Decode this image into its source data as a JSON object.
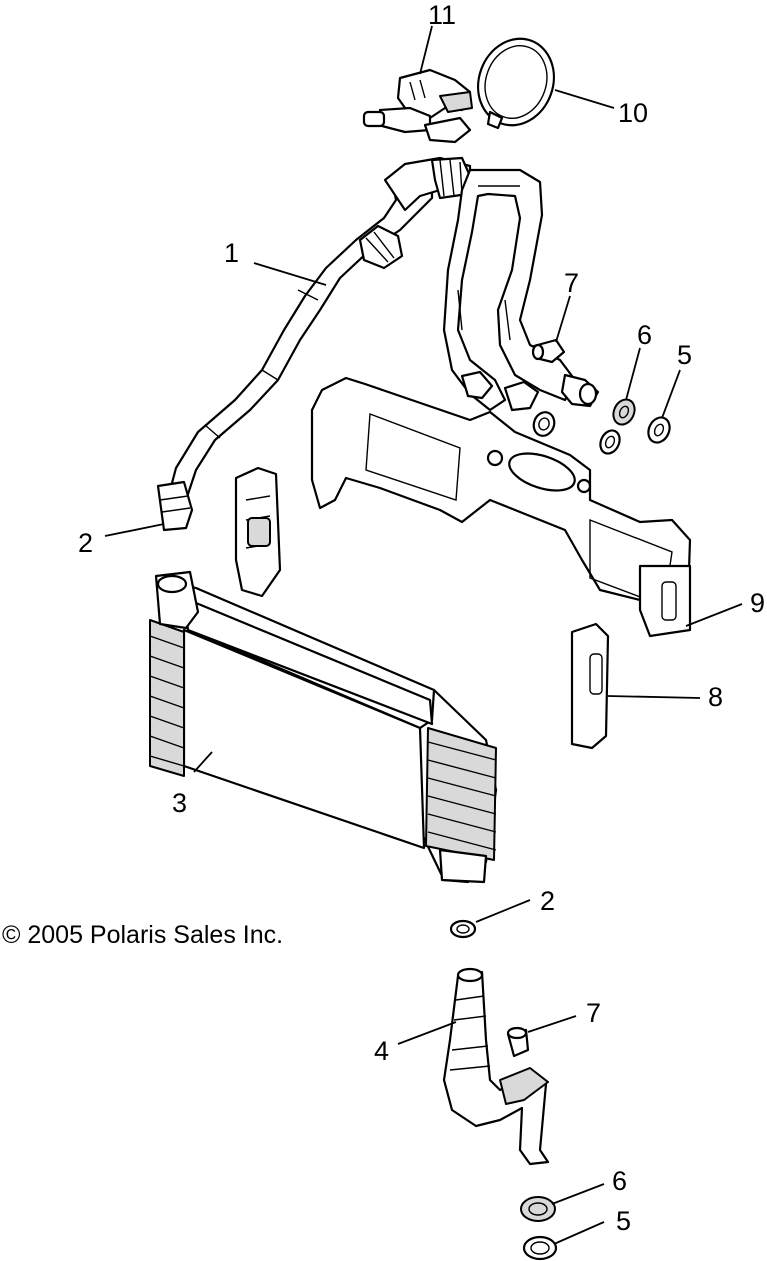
{
  "copyright": "© 2005 Polaris Sales Inc.",
  "callouts": {
    "c11": "11",
    "c10": "10",
    "c1": "1",
    "c7a": "7",
    "c6a": "6",
    "c5a": "5",
    "c2a": "2",
    "c9": "9",
    "c8": "8",
    "c3": "3",
    "c2b": "2",
    "c7b": "7",
    "c4": "4",
    "c6b": "6",
    "c5b": "5"
  }
}
